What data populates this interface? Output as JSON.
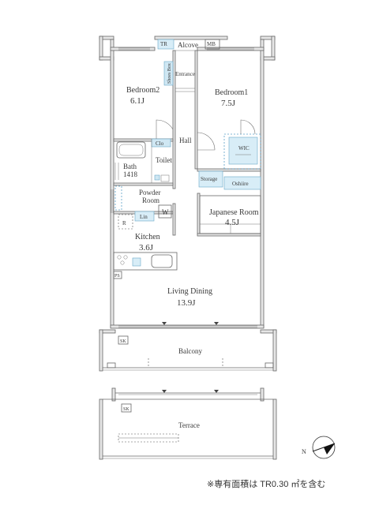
{
  "rooms": {
    "alcove": "Alcove",
    "tr": "TR",
    "mb": "MB",
    "shoes": "Shoes Box",
    "entrance": "Entrance",
    "bedroom2": {
      "name": "Bedroom2",
      "area": "6.1J"
    },
    "bedroom1": {
      "name": "Bedroom1",
      "area": "7.5J"
    },
    "hall": "Hall",
    "clo": "Clo",
    "toilet": "Toilet",
    "wic": "WIC",
    "bath": {
      "name": "Bath",
      "size": "1418"
    },
    "storage": "Storage",
    "oshiire": "Oshiire",
    "powder": {
      "line1": "Powder",
      "line2": "Room"
    },
    "w": "W",
    "lin": "Lin",
    "r": "R",
    "japanese": {
      "name": "Japanese Room",
      "area": "4.5J"
    },
    "kitchen": {
      "name": "Kitchen",
      "area": "3.6J"
    },
    "ps": "PS",
    "living": {
      "name": "Living Dining",
      "area": "13.9J"
    },
    "sk_balcony": "SK",
    "balcony": "Balcony",
    "sk_terrace": "SK",
    "terrace": "Terrace"
  },
  "compass": {
    "label": "N"
  },
  "footnote": "※専有面積は TR0.30 ㎡を含む"
}
